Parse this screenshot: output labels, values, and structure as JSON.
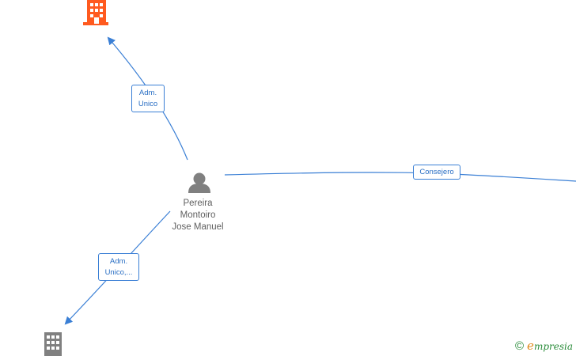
{
  "person": {
    "name_line1": "Pereira",
    "name_line2": "Montoiro",
    "name_line3": "Jose Manuel",
    "icon": "person-icon"
  },
  "companies": [
    {
      "icon": "building-icon",
      "color": "#ff5a1f"
    },
    {
      "icon": "building-icon",
      "color": "#808080"
    }
  ],
  "edges": [
    {
      "label_line1": "Adm.",
      "label_line2": "Unico"
    },
    {
      "label_line1": "Adm.",
      "label_line2": "Unico,..."
    },
    {
      "label": "Consejero"
    }
  ],
  "brand": {
    "copyright": "©",
    "e": "e",
    "word": "mpresia"
  },
  "colors": {
    "edge": "#3a7fd5",
    "person": "#808080"
  }
}
